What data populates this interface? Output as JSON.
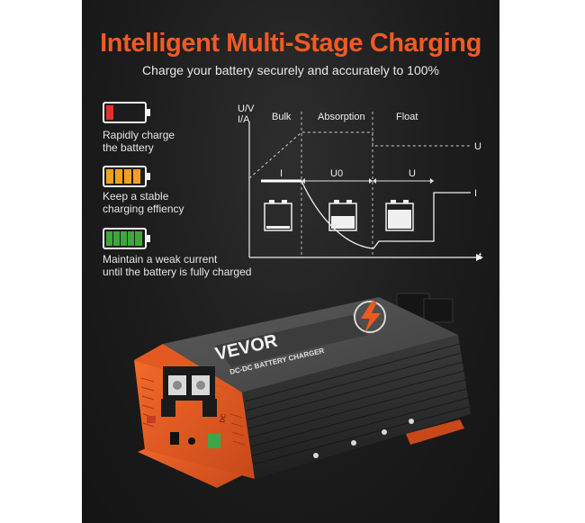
{
  "title": "Intelligent Multi-Stage Charging",
  "subtitle": "Charge your battery securely and accurately to 100%",
  "legend": [
    {
      "text_lines": [
        "Rapidly charge",
        "the battery"
      ],
      "level": 0.2,
      "color": "#e0322a",
      "icon": "battery-low-icon"
    },
    {
      "text_lines": [
        "Keep a stable",
        "charging effiency"
      ],
      "level": 0.8,
      "color": "#f0a020",
      "icon": "battery-medium-icon"
    },
    {
      "text_lines": [
        "Maintain a weak current",
        "until the battery is fully charged"
      ],
      "level": 1.0,
      "color": "#3ea83a",
      "icon": "battery-full-icon"
    }
  ],
  "graph": {
    "y_axis_label_1": "U/V",
    "y_axis_label_2": "I/A",
    "x_axis_label": "t",
    "stages": [
      "Bulk",
      "Absorption",
      "Float"
    ],
    "segment_labels": [
      "I",
      "U0",
      "U"
    ],
    "right_labels": [
      "U",
      "I"
    ],
    "battery_levels": [
      0.15,
      0.55,
      0.85
    ]
  },
  "device": {
    "brand": "VEVOR",
    "product": "DC-DC BATTERY CHARGER",
    "side_label": "DC",
    "logo_icon": "lightning-bolt-icon",
    "colors": {
      "body": "#4a4a4a",
      "accent": "#ee5a1e"
    }
  }
}
